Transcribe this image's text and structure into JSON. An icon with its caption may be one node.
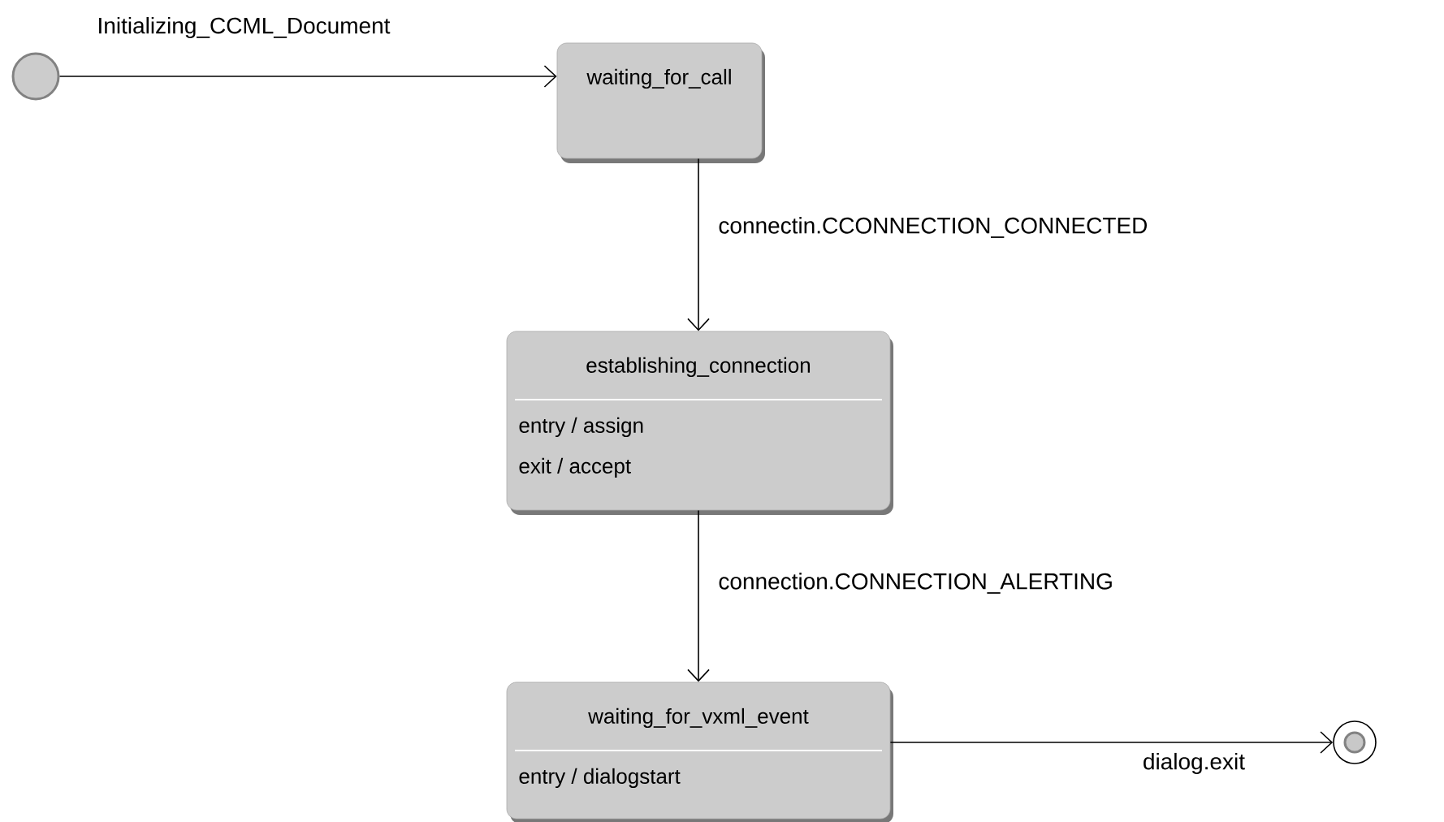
{
  "diagram": {
    "nodes": [
      {
        "text": [],
        "shape": "circle"
      },
      {
        "text": [
          "waiting_for_call"
        ]
      },
      {
        "text": [
          "establishing_connection",
          "entry / assign",
          "exit / accept"
        ]
      },
      {
        "text": [
          "waiting_for_vxml_event",
          "entry / dialogstart"
        ]
      },
      {
        "text": [],
        "shape": "circle"
      }
    ],
    "edges": [
      {
        "from": 0,
        "to": 1,
        "arrow": "to",
        "label": "Initializing_CCML_Document"
      },
      {
        "from": 1,
        "to": 2,
        "arrow": "to",
        "label": "connectin.CCONNECTION_CONNECTED"
      },
      {
        "from": 2,
        "to": 3,
        "arrow": "to",
        "label": "connection.CONNECTION_ALERTING"
      },
      {
        "from": 3,
        "to": 4,
        "arrow": "to",
        "label": "dialog.exit"
      }
    ]
  }
}
